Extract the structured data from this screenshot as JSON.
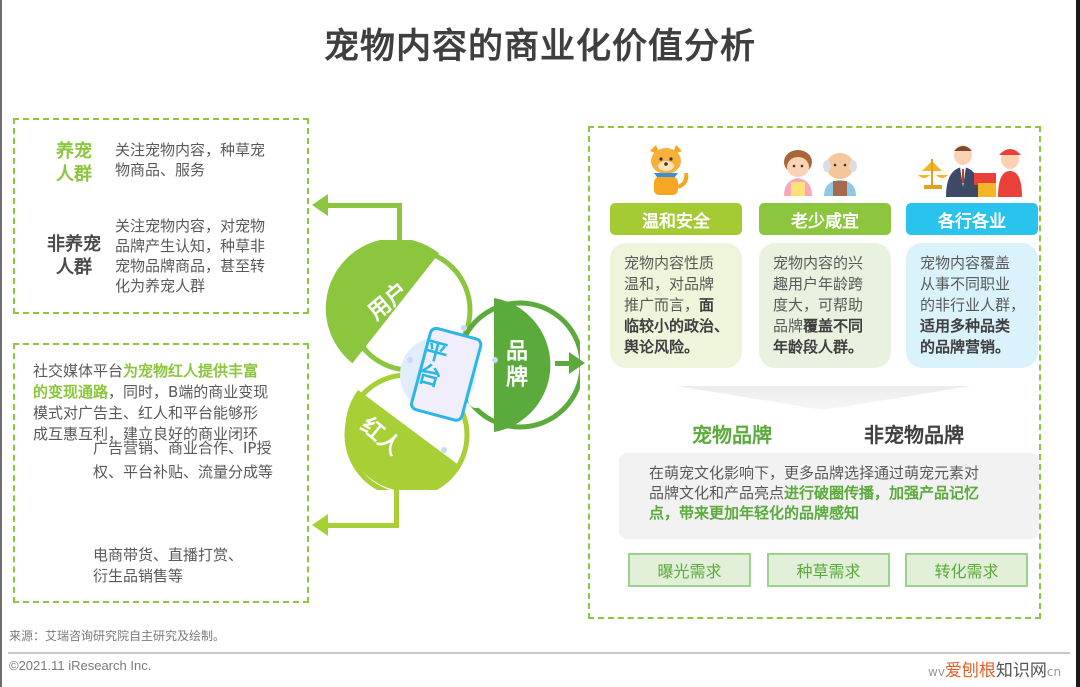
{
  "title": "宠物内容的商业化价值分析",
  "left_panel": {
    "user_groups": [
      {
        "label_line1": "养宠",
        "label_line2": "人群",
        "label_color": "#8cc63f",
        "desc_lines": [
          "关注宠物内容，种草宠",
          "物商品、服务"
        ]
      },
      {
        "label_line1": "非养宠",
        "label_line2": "人群",
        "label_color": "#4a4a4a",
        "desc_lines": [
          "关注宠物内容，对宠物",
          "品牌产生认知，种草非",
          "宠物品牌商品，甚至转",
          "化为养宠人群"
        ]
      }
    ],
    "kol_box": {
      "intro_plain_1": "社交媒体平台",
      "intro_highlight_1": "为宠物红人提供丰富",
      "intro_highlight_2": "的变现通路",
      "intro_plain_2": "，同时，B端的商业变现",
      "intro_line3": "模式对广告主、红人和平台能够形",
      "intro_line4": "成互惠互利，建立良好的商业闭环",
      "b2b_lines": [
        "广告营销、商业合作、IP授",
        "权、平台补贴、流量分成等"
      ],
      "b2c_lines": [
        "电商带货、直播打赏、",
        "衍生品销售等"
      ]
    }
  },
  "center_diagram": {
    "user": "用户",
    "kol": "红人",
    "brand": "品牌",
    "platform": "平台",
    "colors": {
      "user": "#8cc63f",
      "kol": "#a8cf35",
      "brand": "#5aaa3c",
      "platform": "#29b6e8"
    }
  },
  "right_panel": {
    "cards": [
      {
        "icon": "shiba-dog-icon",
        "header": "温和安全",
        "header_color": "#a4cb33",
        "body_bg": "#eef5da",
        "plain": [
          "宠物内容性质",
          "温和，对品牌",
          "推广而言，"
        ],
        "bold_inline": "面",
        "bold": [
          "临较小的政治、",
          "舆论风险。"
        ]
      },
      {
        "icon": "girl-and-elder-icon",
        "header": "老少咸宜",
        "header_color": "#8cc63f",
        "body_bg": "#e8f2de",
        "plain": [
          "宠物内容的兴",
          "趣用户年龄跨",
          "度大，可帮助",
          "品牌"
        ],
        "bold_inline": "覆盖不同",
        "bold": [
          "年龄段人群。"
        ]
      },
      {
        "icon": "professionals-icon",
        "header": "各行各业",
        "header_color": "#29c3ee",
        "body_bg": "#daf2fb",
        "plain": [
          "宠物内容覆盖",
          "从事不同职业",
          "的非行业人群，"
        ],
        "bold_inline": "",
        "bold": [
          "适用多种品类",
          "的品牌营销。"
        ]
      }
    ],
    "brand_types": {
      "pet": "宠物品牌",
      "non_pet": "非宠物品牌",
      "pet_color": "#5aaa3c",
      "non_pet_color": "#3f3f3f"
    },
    "summary": {
      "line1": "在萌宠文化影响下，更多品牌选择通过萌宠元素对",
      "line2_plain": "品牌文化和产品亮点",
      "line2_highlight": "进行破圈传播，加强产品记忆",
      "line3_highlight": "点，带来更加年轻化的品牌感知"
    },
    "needs": [
      "曝光需求",
      "种草需求",
      "转化需求"
    ]
  },
  "footer": {
    "source": "来源：艾瑞咨询研究院自主研究及绘制。",
    "copyright": "©2021.11 iResearch Inc.",
    "watermark_prefix": "wv",
    "watermark_red": "爱刨根",
    "watermark_gray": "知识网",
    "watermark_suffix": "cn"
  }
}
